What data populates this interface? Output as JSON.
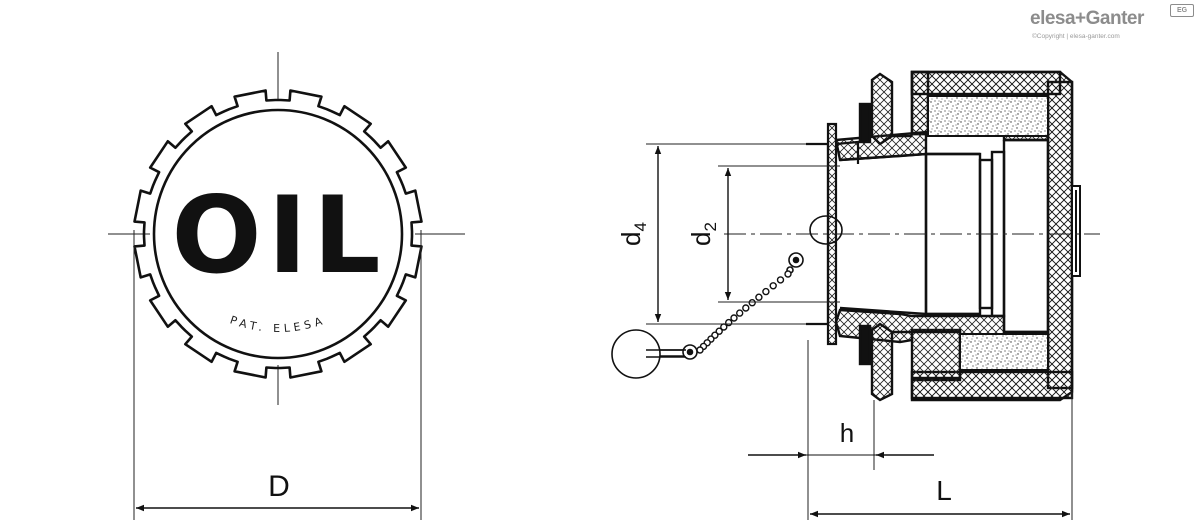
{
  "brand": {
    "name_part1": "elesa",
    "name_plus": "+",
    "name_part2": "Ganter",
    "badge": "EG",
    "copyright": "©Copyright | elesa-ganter.com"
  },
  "front_view": {
    "cap_text": "OIL",
    "patent_text": "PAT. ELESA"
  },
  "dimensions": {
    "D": "D",
    "d4_main": "d",
    "d4_sub": "4",
    "d2_main": "d",
    "d2_sub": "2",
    "h": "h",
    "L": "L"
  }
}
